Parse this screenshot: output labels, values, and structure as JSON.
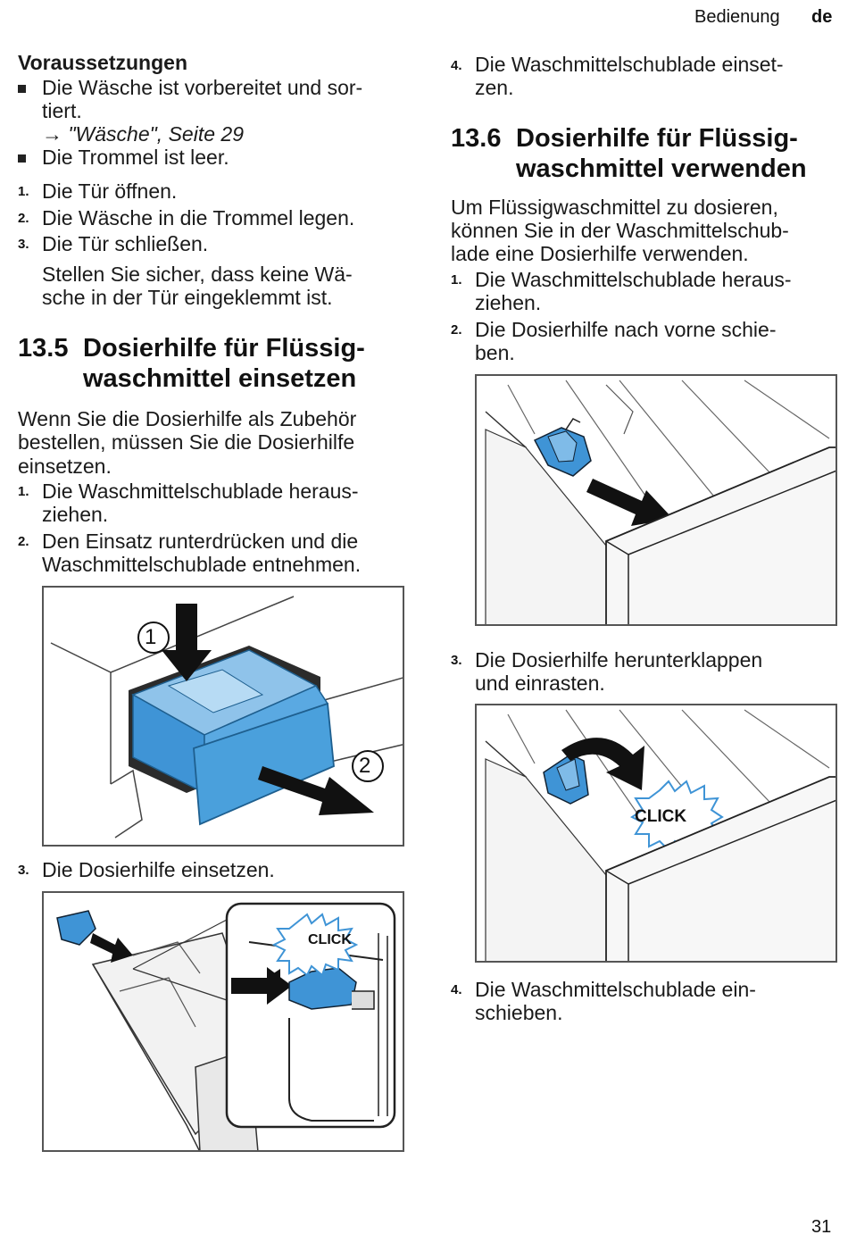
{
  "header": {
    "section": "Bedienung",
    "lang": "de"
  },
  "page_number": "31",
  "left": {
    "prereq_title": "Voraussetzungen",
    "prereq": [
      {
        "lines": [
          "Die Wäsche ist vorbereitet und sor-",
          "tiert."
        ],
        "ref": "→ \"Wäsche\", Seite 29"
      },
      {
        "lines": [
          "Die Trommel ist leer."
        ]
      }
    ],
    "steps": [
      {
        "n": "1.",
        "text": "Die Tür öffnen."
      },
      {
        "n": "2.",
        "text": "Die Wäsche in die Trommel legen."
      },
      {
        "n": "3.",
        "text": "Die Tür schließen."
      }
    ],
    "step3_note": [
      "Stellen Sie sicher, dass keine Wä-",
      "sche in der Tür eingeklemmt ist."
    ],
    "section": {
      "num": "13.5",
      "title": [
        "Dosierhilfe für Flüssig-",
        "waschmittel einsetzen"
      ],
      "intro": [
        "Wenn Sie die Dosierhilfe als Zubehör",
        "bestellen, müssen Sie die Dosierhilfe",
        "einsetzen."
      ],
      "steps": [
        {
          "n": "1.",
          "lines": [
            "Die Waschmittelschublade heraus-",
            "ziehen."
          ]
        },
        {
          "n": "2.",
          "lines": [
            "Den Einsatz runterdrücken und die",
            "Waschmittelschublade entnehmen."
          ]
        },
        {
          "n": "3.",
          "lines": [
            "Die Dosierhilfe einsetzen."
          ]
        }
      ],
      "fig1_labels": [
        "1",
        "2"
      ],
      "fig2_label": "CLICK"
    }
  },
  "right": {
    "step4": {
      "n": "4.",
      "lines": [
        "Die Waschmittelschublade einset-",
        "zen."
      ]
    },
    "section": {
      "num": "13.6",
      "title": [
        "Dosierhilfe für Flüssig-",
        "waschmittel verwenden"
      ],
      "intro": [
        "Um Flüssigwaschmittel zu dosieren,",
        "können Sie in der Waschmittelschub-",
        "lade eine Dosierhilfe verwenden."
      ],
      "steps": [
        {
          "n": "1.",
          "lines": [
            "Die Waschmittelschublade heraus-",
            "ziehen."
          ]
        },
        {
          "n": "2.",
          "lines": [
            "Die Dosierhilfe nach vorne schie-",
            "ben."
          ]
        },
        {
          "n": "3.",
          "lines": [
            "Die Dosierhilfe herunterklappen",
            "und einrasten."
          ]
        },
        {
          "n": "4.",
          "lines": [
            "Die Waschmittelschublade ein-",
            "schieben."
          ]
        }
      ],
      "fig4_label": "CLICK"
    }
  },
  "colors": {
    "accent_blue": "#3f94d6",
    "text": "#1a1a1a",
    "frame": "#555555"
  }
}
